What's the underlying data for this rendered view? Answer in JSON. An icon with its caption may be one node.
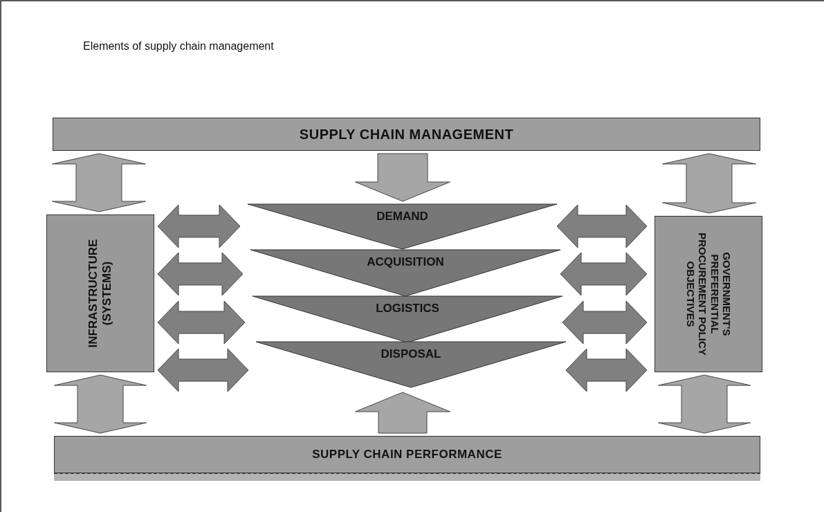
{
  "diagram": {
    "title": "Elements of supply chain management",
    "nodes": [
      {
        "text": [
          "SUPPLY CHAIN MANAGEMENT"
        ]
      },
      {
        "text": [
          "INFRASTRUCTURE (SYSTEMS)"
        ]
      },
      {
        "text": [
          "DEMAND"
        ]
      },
      {
        "text": [
          "ACQUISITION"
        ]
      },
      {
        "text": [
          "LOGISTICS"
        ]
      },
      {
        "text": [
          "DISPOSAL"
        ]
      },
      {
        "text": [
          "GOVERNMENT'S PREFERENTIAL PROCUREMENT POLICY OBJECTIVES"
        ]
      },
      {
        "text": [
          "SUPPLY CHAIN PERFORMANCE"
        ]
      }
    ],
    "edges": [
      {
        "from": 0,
        "to": 1,
        "arrow": "both",
        "color": "#a6a6a6"
      },
      {
        "from": 0,
        "to": 2,
        "arrow": "to",
        "color": "#a6a6a6"
      },
      {
        "from": 0,
        "to": 6,
        "arrow": "both",
        "color": "#a6a6a6"
      },
      {
        "from": 1,
        "to": 2,
        "arrow": "both"
      },
      {
        "from": 1,
        "to": 3,
        "arrow": "both"
      },
      {
        "from": 1,
        "to": 4,
        "arrow": "both"
      },
      {
        "from": 1,
        "to": 5,
        "arrow": "both"
      },
      {
        "from": 2,
        "to": 6,
        "arrow": "both"
      },
      {
        "from": 3,
        "to": 6,
        "arrow": "both"
      },
      {
        "from": 4,
        "to": 6,
        "arrow": "both"
      },
      {
        "from": 5,
        "to": 6,
        "arrow": "both"
      },
      {
        "from": 1,
        "to": 7,
        "arrow": "both",
        "color": "#a6a6a6"
      },
      {
        "from": 7,
        "to": 5,
        "arrow": "to",
        "color": "#a6a6a6"
      },
      {
        "from": 6,
        "to": 7,
        "arrow": "both",
        "color": "#a6a6a6"
      }
    ]
  }
}
